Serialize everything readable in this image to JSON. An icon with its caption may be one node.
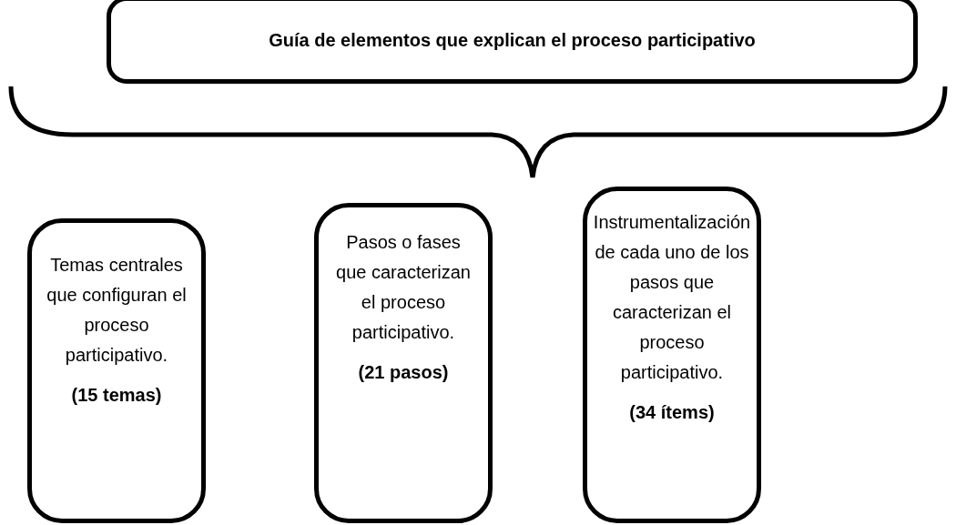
{
  "diagram": {
    "nodes": [
      {
        "text": [
          "Guía de elementos que explican el proceso participativo"
        ]
      },
      {
        "text": [
          "Temas centrales que configuran el proceso participativo.",
          "(15 temas)"
        ]
      },
      {
        "text": [
          "Pasos o fases que caracterizan el proceso participativo.",
          "(21 pasos)"
        ]
      },
      {
        "text": [
          "Instrumentalización de cada uno de los pasos que caracterizan el proceso participativo.",
          "(34 ítems)"
        ]
      }
    ]
  }
}
